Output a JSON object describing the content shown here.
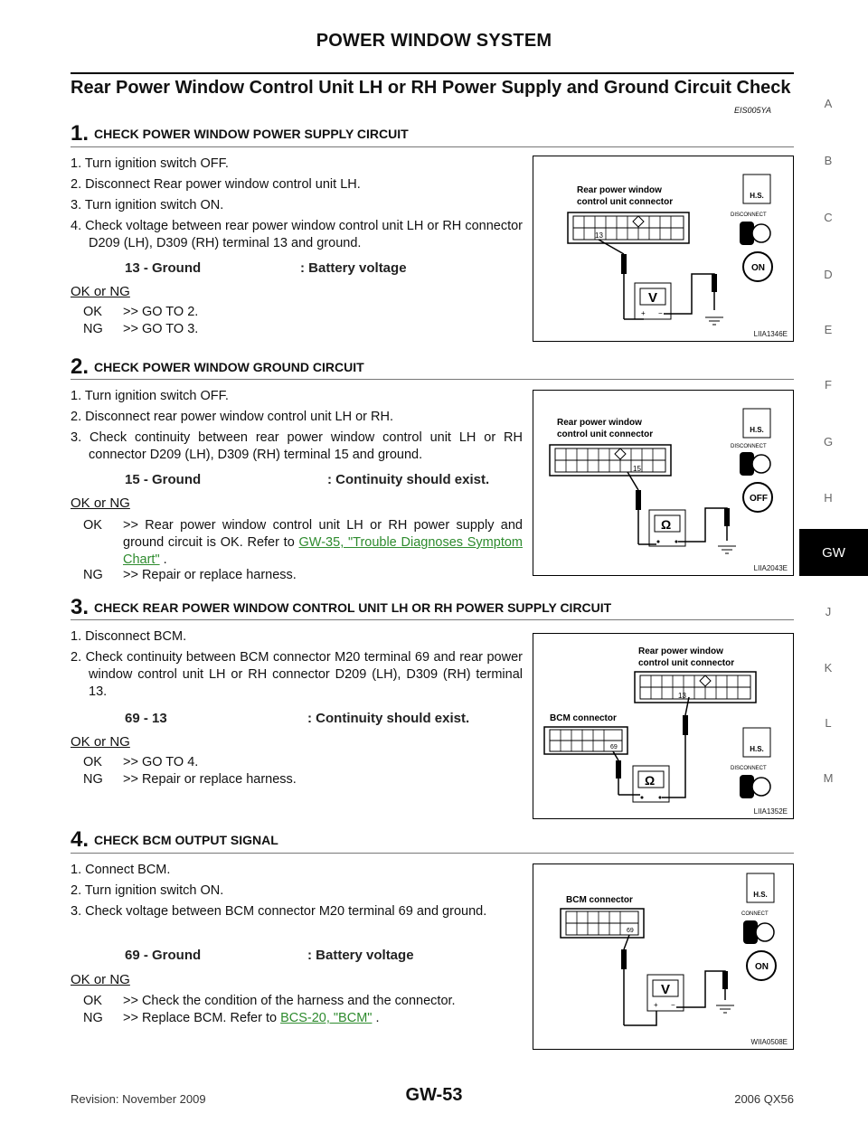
{
  "header": {
    "title": "POWER WINDOW SYSTEM"
  },
  "section": {
    "title": "Rear Power Window Control Unit LH or RH Power Supply and Ground Circuit Check",
    "code": "EIS005YA"
  },
  "side_index": {
    "letters": [
      "A",
      "B",
      "C",
      "D",
      "E",
      "F",
      "G",
      "H",
      "J",
      "K",
      "L",
      "M"
    ],
    "active": "GW"
  },
  "steps": [
    {
      "number": "1.",
      "title": "CHECK POWER WINDOW POWER SUPPLY CIRCUIT",
      "instructions": [
        "1. Turn ignition switch OFF.",
        "2. Disconnect Rear power window control unit LH.",
        "3. Turn ignition switch ON.",
        "4. Check voltage between rear power window control unit LH or RH connector D209 (LH), D309 (RH) terminal 13 and ground."
      ],
      "spec_label": "13 - Ground",
      "spec_value": ": Battery voltage",
      "okng": "OK or NG",
      "ok_label": "OK",
      "ok_text": ">> GO TO 2.",
      "ng_label": "NG",
      "ng_text": ">> GO TO 3.",
      "figure": {
        "code": "LIIA1346E",
        "connector_label_1": "Rear power window",
        "connector_label_2": "control unit connector",
        "terminal": "13",
        "meter": "V",
        "plus": "+",
        "minus": "−",
        "hs": "H.S.",
        "switch_label": "DISCONNECT",
        "ign": "ON"
      }
    },
    {
      "number": "2.",
      "title": "CHECK POWER WINDOW GROUND CIRCUIT",
      "instructions": [
        "1. Turn ignition switch OFF.",
        "2. Disconnect rear power window control unit LH or RH.",
        "3. Check continuity between rear power window control unit LH or RH connector D209 (LH), D309 (RH) terminal 15 and ground."
      ],
      "spec_label": "15 - Ground",
      "spec_value": ": Continuity should exist.",
      "okng": "OK or NG",
      "ok_label": "OK",
      "ok_text": ">> Rear power window control unit LH or RH power supply and ground circuit is OK. Refer to ",
      "ok_link": "GW-35, \"Trouble Diagnoses Symptom Chart\"",
      "ok_after": " .",
      "ng_label": "NG",
      "ng_text": ">> Repair or replace harness.",
      "figure": {
        "code": "LIIA2043E",
        "connector_label_1": "Rear power window",
        "connector_label_2": "control unit connector",
        "terminal": "15",
        "meter": "Ω",
        "hs": "H.S.",
        "switch_label": "DISCONNECT",
        "ign": "OFF"
      }
    },
    {
      "number": "3.",
      "title": "CHECK REAR POWER WINDOW CONTROL UNIT LH OR RH POWER SUPPLY CIRCUIT",
      "instructions": [
        "1. Disconnect BCM.",
        "2. Check continuity between BCM connector M20 terminal 69 and rear power window control unit LH or RH connector D209 (LH), D309 (RH) terminal 13."
      ],
      "spec_label": "69 - 13",
      "spec_value": ": Continuity should exist.",
      "okng": "OK or NG",
      "ok_label": "OK",
      "ok_text": ">> GO TO 4.",
      "ng_label": "NG",
      "ng_text": ">> Repair or replace harness.",
      "figure": {
        "code": "LIIA1352E",
        "connector_label_1": "Rear power window",
        "connector_label_2": "control unit connector",
        "terminal": "13",
        "bcm_label": "BCM connector",
        "bcm_terminal": "69",
        "meter": "Ω",
        "hs": "H.S.",
        "switch_label": "DISCONNECT"
      }
    },
    {
      "number": "4.",
      "title": "CHECK BCM OUTPUT SIGNAL",
      "instructions": [
        "1. Connect BCM.",
        "2. Turn ignition switch ON.",
        "3. Check voltage between BCM connector M20 terminal 69 and ground."
      ],
      "spec_label": "69 - Ground",
      "spec_value": ": Battery voltage",
      "okng": "OK or NG",
      "ok_label": "OK",
      "ok_text": ">> Check the condition of the harness and the connector.",
      "ng_label": "NG",
      "ng_text": ">> Replace BCM. Refer to ",
      "ng_link": "BCS-20, \"BCM\"",
      "ng_after": " .",
      "figure": {
        "code": "WIIA0508E",
        "bcm_label": "BCM connector",
        "bcm_terminal": "69",
        "meter": "V",
        "plus": "+",
        "minus": "−",
        "hs": "H.S.",
        "switch_label": "CONNECT",
        "ign": "ON"
      }
    }
  ],
  "footer": {
    "revision": "Revision: November 2009",
    "page": "GW-53",
    "model": "2006 QX56"
  }
}
